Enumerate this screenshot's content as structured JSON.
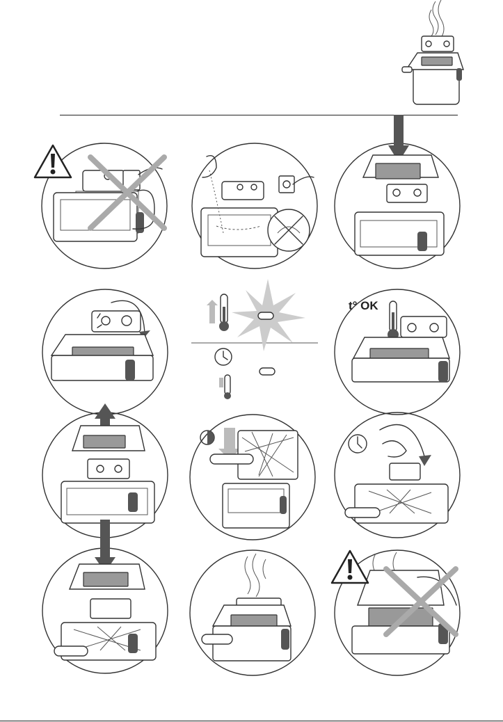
{
  "steps": [
    {
      "id": 1,
      "icon": "no-plug-with-water-icon",
      "warning": true
    },
    {
      "id": 2,
      "icon": "fill-oil-plug-in-icon"
    },
    {
      "id": 3,
      "icon": "lid-close-icon"
    },
    {
      "id": 4,
      "icon": "thermostat-dial-icon"
    },
    {
      "id": 5,
      "icon": "heat-indicator-icon"
    },
    {
      "id": 6,
      "icon": "temperature-ok-icon",
      "label": "t° OK"
    },
    {
      "id": 7,
      "icon": "lid-open-icon"
    },
    {
      "id": 8,
      "icon": "lower-basket-icon"
    },
    {
      "id": 9,
      "icon": "timer-fry-icon"
    },
    {
      "id": 10,
      "icon": "lid-close-basket-icon"
    },
    {
      "id": 11,
      "icon": "steam-vent-icon"
    },
    {
      "id": 12,
      "icon": "no-open-while-hot-icon",
      "warning": true
    }
  ],
  "colors": {
    "line": "#333333",
    "shade": "#555555",
    "light": "#bbbbbb"
  }
}
